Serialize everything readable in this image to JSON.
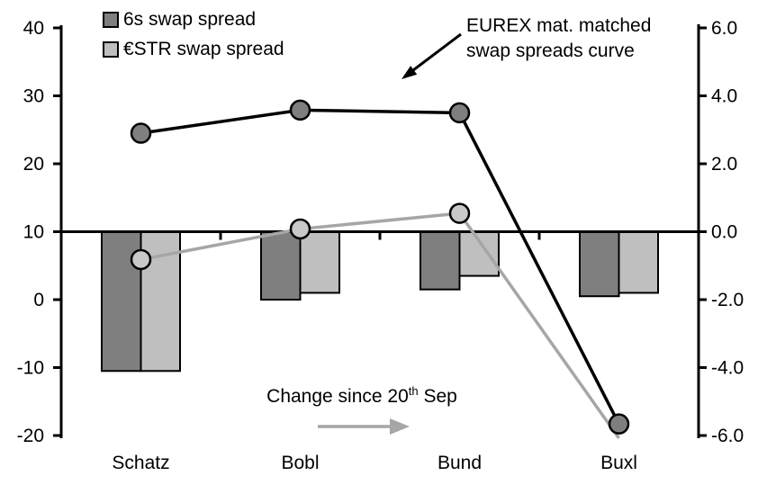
{
  "legend": {
    "items": [
      {
        "label": "6s swap spread",
        "color": "#7f7f7f"
      },
      {
        "label": "€STR swap spread",
        "color": "#bfbfbf"
      }
    ]
  },
  "annotations": {
    "curve_label": {
      "line1": "EUREX mat. matched",
      "line2": "swap spreads curve"
    },
    "change_label": {
      "prefix": "Change since 20",
      "sup": "th",
      "suffix": " Sep"
    }
  },
  "chart_data": {
    "type": "combo bar+line, dual axis",
    "categories": [
      "Schatz",
      "Bobl",
      "Bund",
      "Buxl"
    ],
    "left_axis": {
      "range": [
        -20,
        40
      ],
      "ticks": [
        "40",
        "30",
        "20",
        "10",
        "0",
        "-10",
        "-20"
      ]
    },
    "right_axis": {
      "range": [
        -6,
        6
      ],
      "ticks": [
        "6.0",
        "4.0",
        "2.0",
        "0.0",
        "-2.0",
        "-4.0",
        "-6.0"
      ]
    },
    "bar_series": [
      {
        "name": "6s swap spread change",
        "axis": "right",
        "fill": "#7f7f7f",
        "stroke": "#000000",
        "values": [
          -4.1,
          -2.0,
          -1.7,
          -1.9
        ]
      },
      {
        "name": "€STR swap spread change",
        "axis": "right",
        "fill": "#bfbfbf",
        "stroke": "#000000",
        "values": [
          -4.1,
          -1.8,
          -1.3,
          -1.8
        ]
      }
    ],
    "line_series": [
      {
        "name": "€STR swap spread level",
        "axis": "left",
        "stroke": "#a6a6a6",
        "marker_fill": "#c9c9c9",
        "marker_stroke": "#000000",
        "values": [
          5.9,
          10.4,
          12.7,
          -20.4
        ],
        "markers": [
          true,
          true,
          true,
          false
        ]
      },
      {
        "name": "6s swap spread level",
        "axis": "left",
        "stroke": "#000000",
        "marker_fill": "#7f7f7f",
        "marker_stroke": "#000000",
        "values": [
          24.5,
          27.9,
          27.5,
          -18.3
        ],
        "markers": [
          true,
          true,
          true,
          true
        ]
      }
    ],
    "grid": "off",
    "legend_position": "top-left",
    "annotation_colors": {
      "curve_arrow": "#000000",
      "change_arrow": "#a6a6a6"
    }
  }
}
